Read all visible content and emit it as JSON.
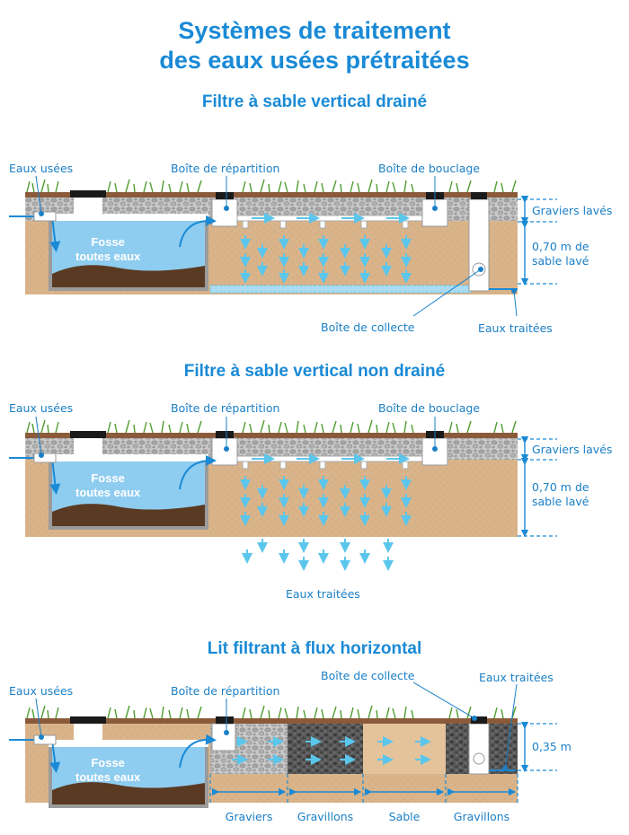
{
  "title": {
    "line1": "Systèmes de traitement",
    "line2": "des eaux usées prétraitées"
  },
  "colors": {
    "title": "#1a8ad6",
    "label": "#1a7fc6",
    "sand": "#d9b48a",
    "water": "#8fcdf0",
    "sludge": "#5a3a22",
    "grass": "#5fae3a",
    "gravel": "#b9b9b9",
    "dark_gravel": "#4a4a4a"
  },
  "sections": [
    {
      "title": "Filtre à sable vertical drainé",
      "labels": {
        "inlet": "Eaux usées",
        "distribution": "Boîte de répartition",
        "loop": "Boîte de bouclage",
        "gravel_layer": "Graviers lavés",
        "sand_depth": "0,70 m de\nsable lavé",
        "collection": "Boîte de collecte",
        "outlet": "Eaux traitées",
        "tank": "Fosse\ntoutes eaux"
      }
    },
    {
      "title": "Filtre à sable vertical non drainé",
      "labels": {
        "inlet": "Eaux usées",
        "distribution": "Boîte de répartition",
        "loop": "Boîte de bouclage",
        "gravel_layer": "Graviers lavés",
        "sand_depth": "0,70 m de\nsable lavé",
        "outlet": "Eaux traitées",
        "tank": "Fosse\ntoutes eaux"
      }
    },
    {
      "title": "Lit filtrant à flux horizontal",
      "labels": {
        "inlet": "Eaux usées",
        "distribution": "Boîte de répartition",
        "collection": "Boîte de collecte",
        "outlet": "Eaux traitées",
        "depth": "0,35 m",
        "tank": "Fosse\ntoutes eaux",
        "zones": [
          "Graviers",
          "Gravillons",
          "Sable",
          "Gravillons"
        ]
      }
    }
  ]
}
